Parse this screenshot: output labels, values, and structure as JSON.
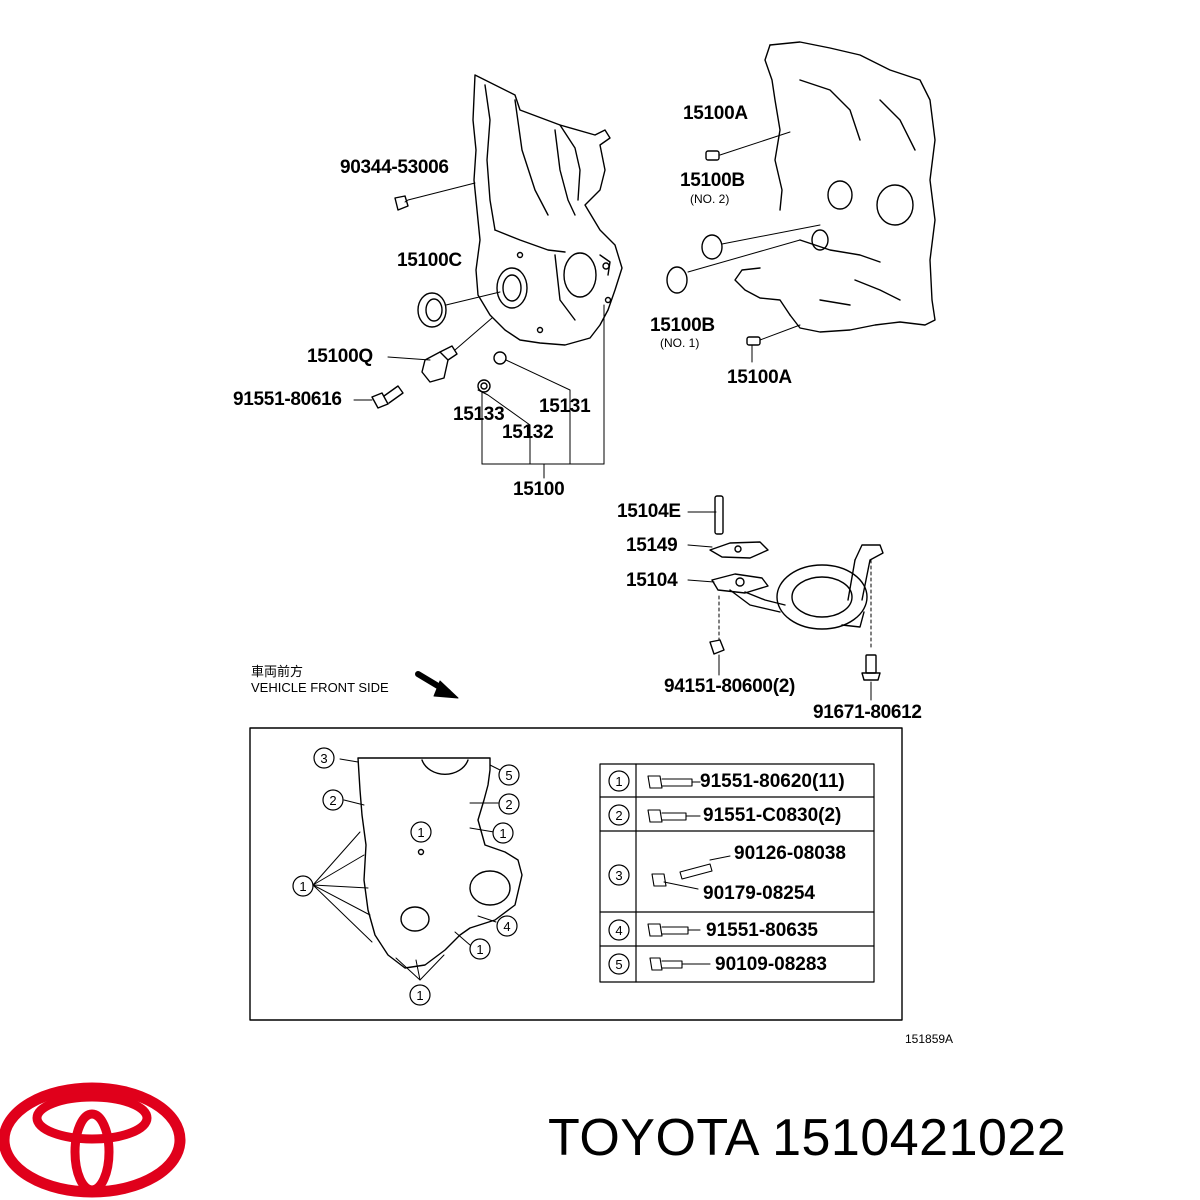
{
  "part_labels": {
    "p1": "90344-53006",
    "p2": "15100C",
    "p3": "15100Q",
    "p4": "91551-80616",
    "p5": "15133",
    "p6": "15132",
    "p7": "15131",
    "p8": "15100",
    "p9": "15100A",
    "p10": "15100B",
    "p11": "15100B",
    "p12": "15100A",
    "p13": "15104E",
    "p14": "15149",
    "p15": "15104",
    "p16": "94151-80600(2)",
    "p17": "91671-80612"
  },
  "sub_labels": {
    "no2": "(NO. 2)",
    "no1": "(NO. 1)"
  },
  "direction_note": {
    "jp": "車両前方",
    "en": "VEHICLE FRONT SIDE"
  },
  "bolt_table": {
    "rows": [
      {
        "num": "1",
        "parts": [
          "91551-80620(11)"
        ]
      },
      {
        "num": "2",
        "parts": [
          "91551-C0830(2)"
        ]
      },
      {
        "num": "3",
        "parts": [
          "90126-08038",
          "90179-08254"
        ]
      },
      {
        "num": "4",
        "parts": [
          "91551-80635"
        ]
      },
      {
        "num": "5",
        "parts": [
          "90109-08283"
        ]
      }
    ]
  },
  "diagram_numbers": [
    "3",
    "5",
    "2",
    "2",
    "1",
    "1",
    "1",
    "4",
    "1",
    "1"
  ],
  "illustration_ref": "151859A",
  "brand": {
    "name": "TOYOTA 1510421022",
    "logo_color": "#e0001b"
  }
}
